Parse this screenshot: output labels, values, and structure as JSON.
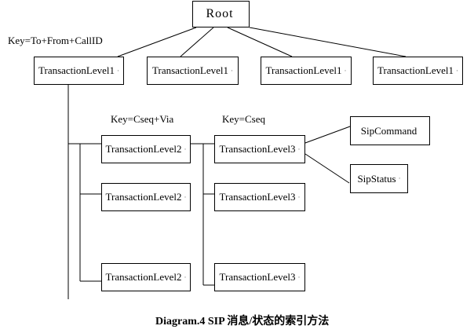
{
  "diagram": {
    "background_color": "#ffffff",
    "line_color": "#000000",
    "root": {
      "label": "Root",
      "mark": ""
    },
    "key_labels": {
      "level1": "Key=To+From+CallID",
      "level2": "Key=Cseq+Via",
      "level3": "Key=Cseq"
    },
    "level1_nodes": [
      {
        "label": "TransactionLevel1",
        "mark": "·"
      },
      {
        "label": "TransactionLevel1",
        "mark": "·"
      },
      {
        "label": "TransactionLevel1",
        "mark": "·"
      },
      {
        "label": "TransactionLevel1",
        "mark": "·"
      }
    ],
    "level2_nodes": [
      {
        "label": "TransactionLevel2",
        "mark": "·"
      },
      {
        "label": "TransactionLevel2",
        "mark": "·"
      },
      {
        "label": "TransactionLevel2",
        "mark": "·"
      }
    ],
    "level3_nodes": [
      {
        "label": "TransactionLevel3",
        "mark": "·"
      },
      {
        "label": "TransactionLevel3",
        "mark": "·"
      },
      {
        "label": "TransactionLevel3",
        "mark": "·"
      }
    ],
    "leaf_nodes": [
      {
        "label": "SipCommand",
        "mark": ""
      },
      {
        "label": "SipStatus",
        "mark": "·"
      }
    ],
    "caption": "Diagram.4 SIP 消息/状态的索引方法"
  }
}
